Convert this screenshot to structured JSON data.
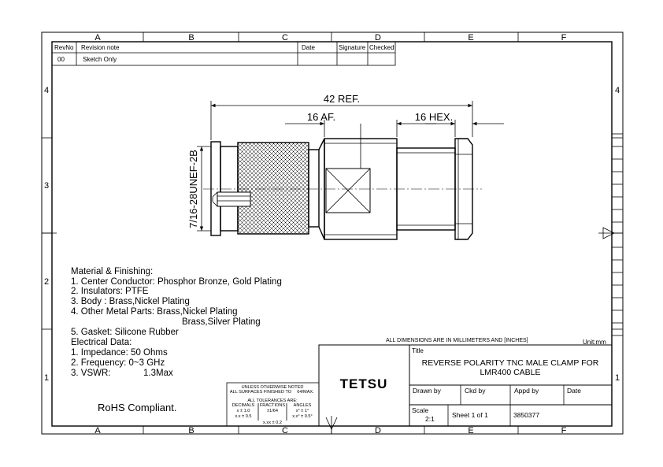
{
  "zones": {
    "columns": [
      "A",
      "B",
      "C",
      "D",
      "E",
      "F"
    ],
    "rows": [
      "4",
      "3",
      "2",
      "1"
    ]
  },
  "revision_table": {
    "headers": {
      "rev": "RevNo",
      "note": "Revision note",
      "date": "Date",
      "signature": "Signature",
      "checked": "Checked"
    },
    "rows": [
      {
        "rev": "00",
        "note": "Sketch Only"
      }
    ]
  },
  "dimensions": {
    "overall": "42 REF.",
    "af": "16 AF.",
    "hex": "16 HEX.",
    "thread": "7/16-28UNEF-2B"
  },
  "notes": {
    "lines": [
      "Material & Finishing:",
      "1. Center Conductor: Phosphor Bronze, Gold Plating",
      "2. Insulators: PTFE",
      "3. Body : Brass,Nickel Plating",
      "4. Other Metal Parts: Brass,Nickel Plating",
      "Brass,Silver Plating",
      "5. Gasket: Silicone Rubber",
      "Electrical Data:",
      "1. Impedance: 50 Ohms",
      "2. Frequency: 0~3 GHz",
      "3. VSWR:",
      "1.3Max"
    ]
  },
  "rohs": "RoHS Compliant.",
  "units_note": "ALL DIMENSIONS ARE IN MILLIMETERS AND [INCHES]",
  "unit": "Unit:mm",
  "tolerance": {
    "line1": "UNLESS OTHERWISE NOTED",
    "line2": "ALL SURFACES FINISHED TO",
    "finish": "64/MAX.",
    "heading": "ALL TOLERANCES ARE:",
    "col_headers": [
      "DECIMALS",
      "FRACTIONS",
      "ANGLES"
    ],
    "decimals": [
      "x ± 1.0",
      "x.x ± 0.5",
      "x.xx ± 0.2"
    ],
    "fractions": [
      "±1/64"
    ],
    "angles": [
      "x° ± 1°",
      "x.x° ± 0.5°"
    ]
  },
  "title_block": {
    "company": "TETSU",
    "title_label": "Title",
    "title_line1": "REVERSE POLARITY TNC MALE CLAMP FOR",
    "title_line2": "LMR400 CABLE",
    "drawn_by": "Drawn by",
    "ckd_by": "Ckd by",
    "appd_by": "Appd by",
    "date": "Date",
    "scale_label": "Scale",
    "scale_value": "2:1",
    "sheet": "Sheet 1 of 1",
    "part_no": "3850377"
  }
}
